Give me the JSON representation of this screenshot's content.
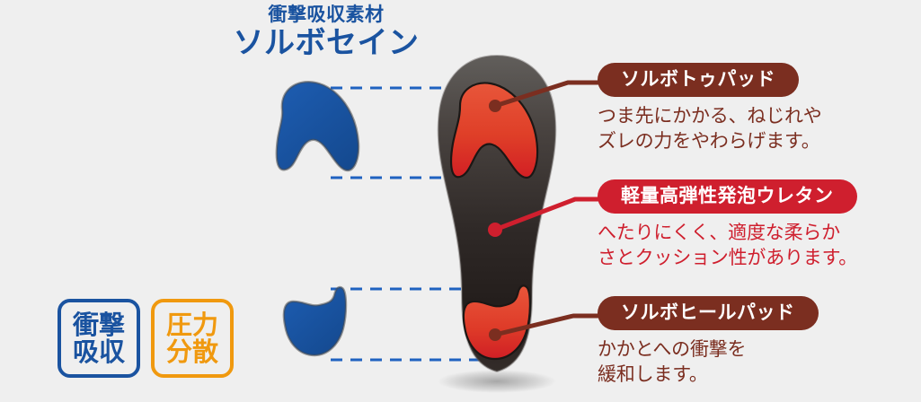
{
  "background_color": "#efefef",
  "title": {
    "subtitle": "衝撃吸収素材",
    "main": "ソルボセイン",
    "color": "#1a53a0"
  },
  "badges": [
    {
      "name": "shock-absorption",
      "line1": "衝撃",
      "line2": "吸収",
      "color": "#1a53a0"
    },
    {
      "name": "pressure-dispersion",
      "line1": "圧力",
      "line2": "分散",
      "color": "#f0990f"
    }
  ],
  "callouts": [
    {
      "label": "ソルボトゥパッド",
      "desc_line1": "つま先にかかる、ねじれや",
      "desc_line2": "ズレの力をやわらげます。",
      "color": "#7b2e20",
      "style": "brown"
    },
    {
      "label": "軽量高弾性発泡ウレタン",
      "desc_line1": "へたりにくく、適度な柔らか",
      "desc_line2": "さとクッション性があります。",
      "color": "#cf1f2e",
      "style": "red"
    },
    {
      "label": "ソルボヒールパッド",
      "desc_line1": "かかとへの衝撃を",
      "desc_line2": "緩和します。",
      "color": "#7b2e20",
      "style": "brown"
    }
  ],
  "diagram": {
    "insole_color_top": "#5a5856",
    "insole_color_bottom": "#2b2422",
    "pad_color": "#e0472c",
    "pad_color_dark": "#cf1f2e",
    "callout_blue_shape_color": "#1b56a4",
    "connector_dash_color": "#1f62c0",
    "shapes": [
      {
        "name": "toe-pad-highlight",
        "color": "#1b56a4"
      },
      {
        "name": "heel-pad-highlight",
        "color": "#1b56a4"
      },
      {
        "name": "insole-body",
        "color": "#3a3330"
      },
      {
        "name": "insole-toe-pad",
        "color": "#e0472c"
      },
      {
        "name": "insole-heel-pad",
        "color": "#e0472c"
      }
    ]
  }
}
